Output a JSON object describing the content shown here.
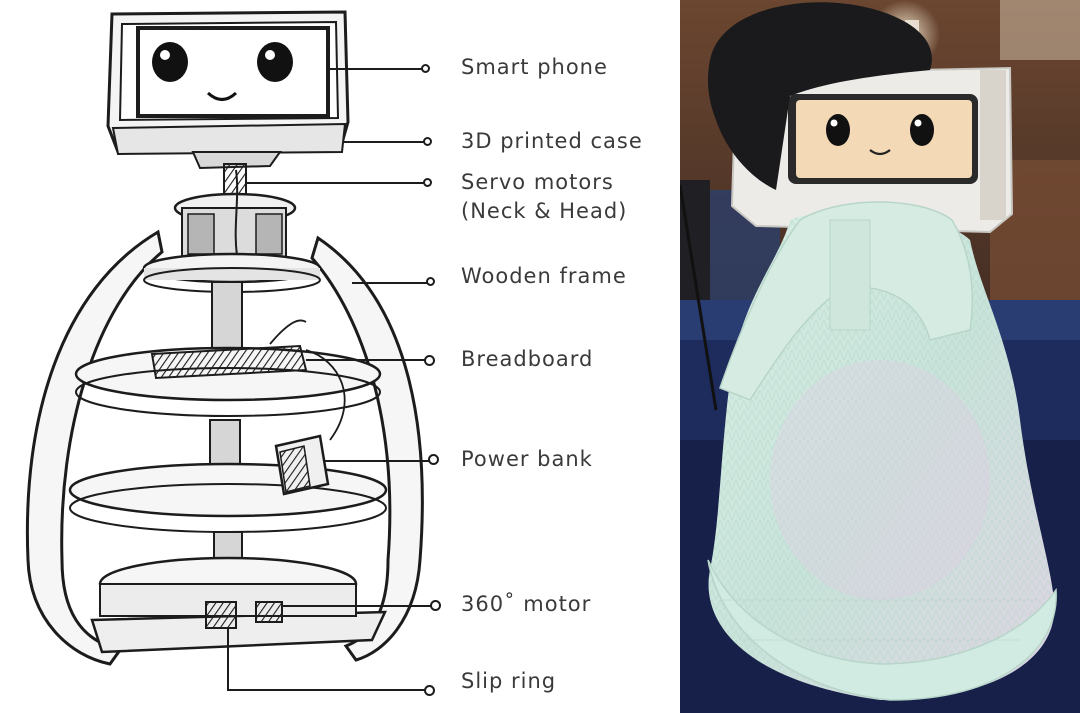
{
  "labels": {
    "smart_phone": "Smart phone",
    "case": "3D printed case",
    "servo_line1": "Servo motors",
    "servo_line2": "(Neck & Head)",
    "frame": "Wooden frame",
    "breadboard": "Breadboard",
    "power_bank": "Power bank",
    "motor360": "360˚ motor",
    "slip_ring": "Slip ring"
  },
  "colors": {
    "ink": "#1c1c1c",
    "label_text": "#3a3a3a",
    "sweater": "#cfe9e0",
    "hall_wall": "#5a3a2a",
    "table_cloth": "#1d2c5c",
    "hat": "#1a1a1c",
    "case_white": "#ecebe8",
    "screen": "#f3d9b5"
  },
  "icons": {
    "robot_face": "robot-face-icon"
  }
}
